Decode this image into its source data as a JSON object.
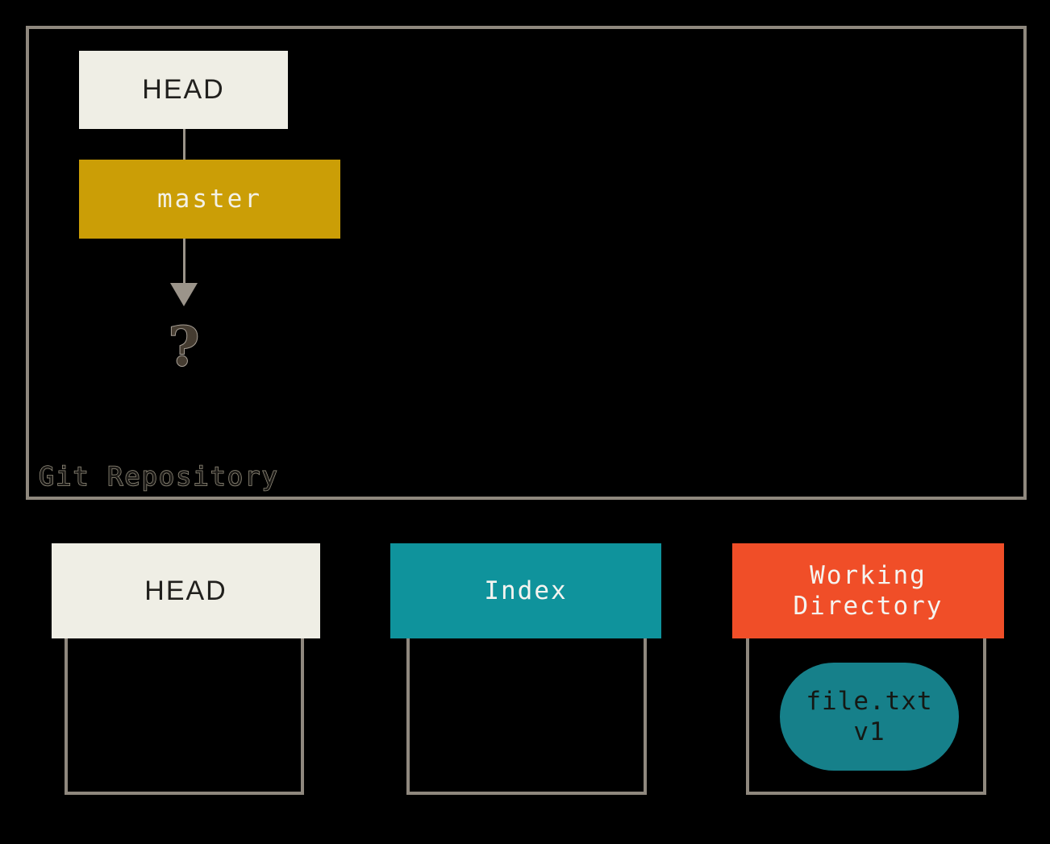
{
  "canvas": {
    "background": "#000000"
  },
  "repository": {
    "label": "Git Repository",
    "head": {
      "label": "HEAD"
    },
    "master": {
      "label": "master"
    },
    "question_mark": "?"
  },
  "columns": {
    "head": {
      "label": "HEAD"
    },
    "index": {
      "label": "Index"
    },
    "working_directory": {
      "label": "Working Directory"
    }
  },
  "file": {
    "name": "file.txt",
    "version": "v1"
  },
  "colors": {
    "background": "#000000",
    "cream": "#efeee5",
    "gold": "#cb9e06",
    "teal_header": "#0f939c",
    "orange": "#f04e28",
    "pill_teal": "#16808a",
    "border_gray": "#8f887e",
    "arrow_gray": "#9b948a"
  }
}
